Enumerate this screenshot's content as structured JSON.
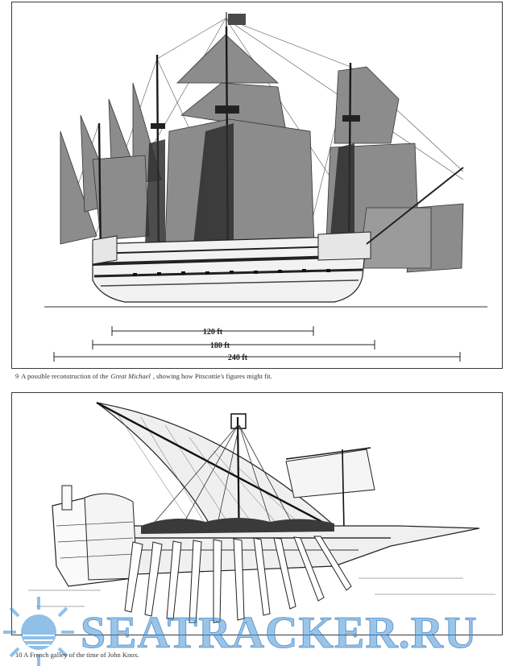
{
  "figure9": {
    "dimensions": [
      "120 ft",
      "180 ft",
      "240 ft"
    ],
    "caption_number": "9",
    "caption_before": "A possible reconstruction of the",
    "caption_ship": "Great Michael",
    "caption_after": ", showing how Pitscottie's figures might fit."
  },
  "figure10": {
    "caption": "10 A French galley of the time of John Knox."
  },
  "watermark": {
    "text": "SEATRACKER.RU",
    "color": "#4696d7"
  }
}
